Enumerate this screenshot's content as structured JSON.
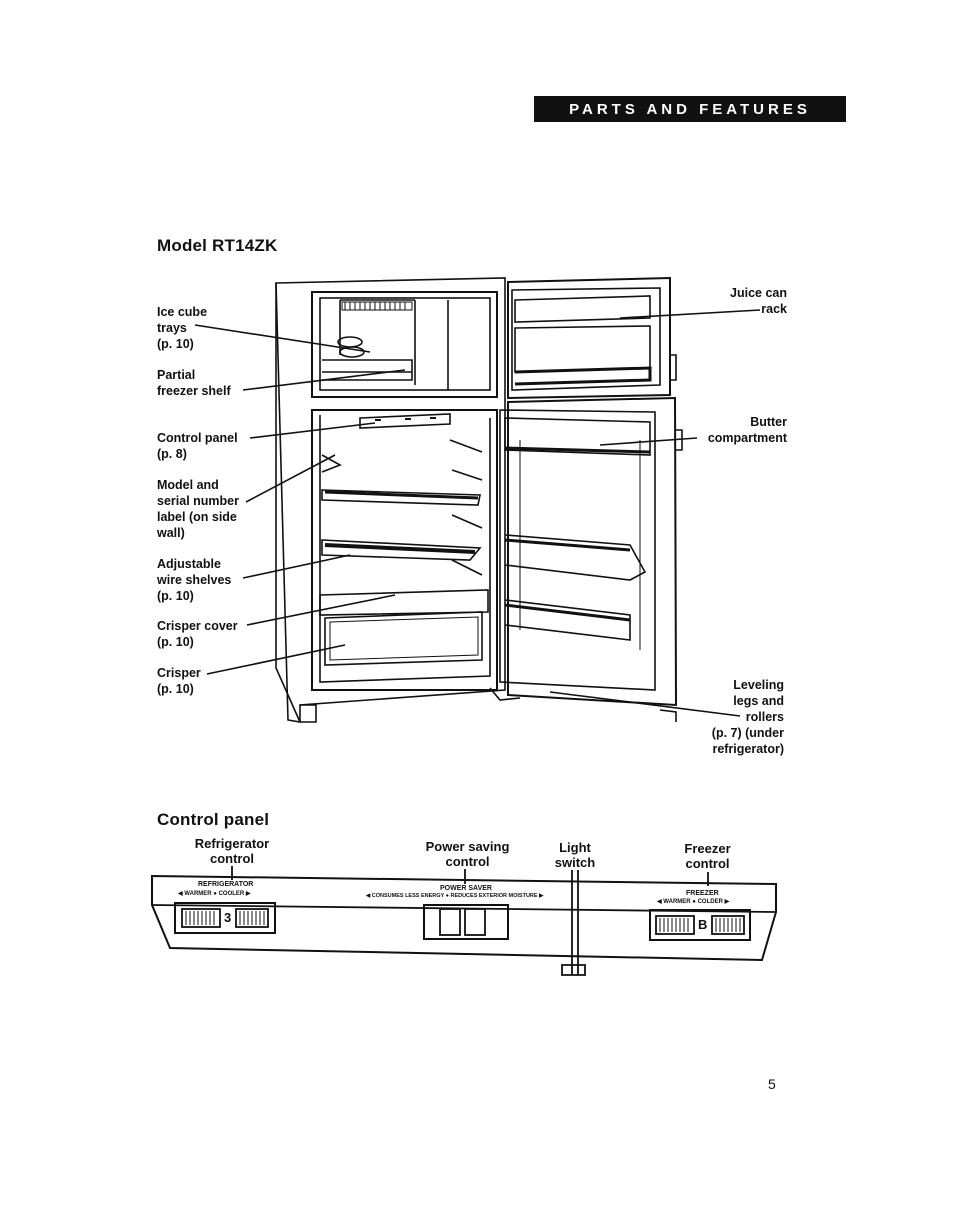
{
  "header": {
    "banner": "PARTS AND FEATURES"
  },
  "model": {
    "title": "Model RT14ZK",
    "labels": {
      "ice_cube_trays": "Ice cube\ntrays\n(p. 10)",
      "partial_freezer_shelf": "Partial\nfreezer shelf",
      "control_panel": "Control panel\n(p. 8)",
      "model_serial_label": "Model and\nserial number\nlabel (on side\nwall)",
      "adjustable_shelves": "Adjustable\nwire shelves\n(p. 10)",
      "crisper_cover": "Crisper cover\n(p. 10)",
      "crisper": "Crisper\n(p. 10)",
      "juice_can_rack": "Juice can\nrack",
      "butter_compartment": "Butter\ncompartment",
      "leveling_legs": "Leveling\nlegs and\nrollers\n(p. 7) (under\nrefrigerator)"
    }
  },
  "control_panel": {
    "title": "Control panel",
    "labels": {
      "refrigerator_control": "Refrigerator\ncontrol",
      "power_saving_control": "Power saving\ncontrol",
      "light_switch": "Light\nswitch",
      "freezer_control": "Freezer\ncontrol"
    },
    "panel_text": {
      "refrigerator": "REFRIGERATOR",
      "refrigerator_scale": "◀ WARMER ● COOLER ▶",
      "power_saver": "POWER SAVER",
      "power_saver_scale": "◀ CONSUMES LESS ENERGY ● REDUCES EXTERIOR MOISTURE ▶",
      "freezer": "FREEZER",
      "freezer_scale": "◀ WARMER ● COLDER ▶",
      "refrigerator_dial": "3",
      "freezer_dial": "B"
    }
  },
  "footer": {
    "page_number": "5"
  }
}
